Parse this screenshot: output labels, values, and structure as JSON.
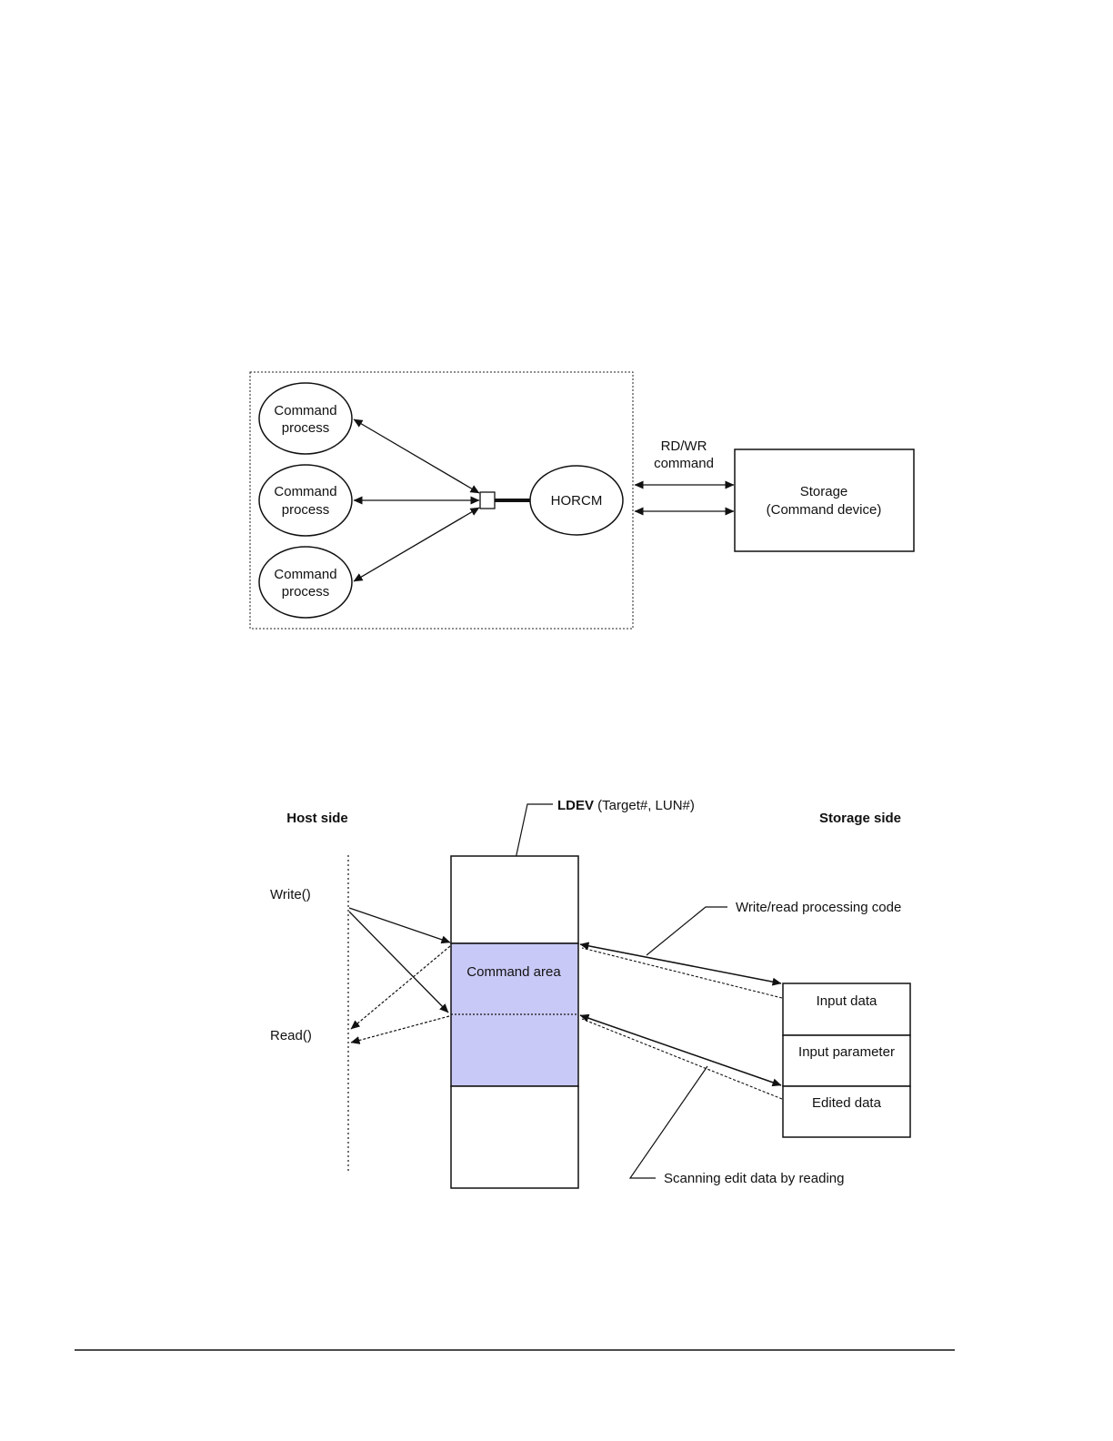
{
  "diagram1": {
    "command_processes": [
      {
        "line1": "Command",
        "line2": "process"
      },
      {
        "line1": "Command",
        "line2": "process"
      },
      {
        "line1": "Command",
        "line2": "process"
      }
    ],
    "horcm_label": "HORCM",
    "rdwr_line1": "RD/WR",
    "rdwr_line2": "command",
    "storage_line1": "Storage",
    "storage_line2": "(Command device)"
  },
  "diagram2": {
    "host_side": "Host side",
    "storage_side": "Storage side",
    "ldev_bold": "LDEV",
    "ldev_rest": " (Target#, LUN#)",
    "write_label": "Write()",
    "read_label": "Read()",
    "command_area": "Command area",
    "wr_processing_code": "Write/read processing code",
    "input_data": "Input data",
    "input_parameter": "Input parameter",
    "edited_data": "Edited data",
    "scanning_label": "Scanning edit data by reading",
    "colors": {
      "command_area_fill": "#c9c9f7"
    }
  }
}
